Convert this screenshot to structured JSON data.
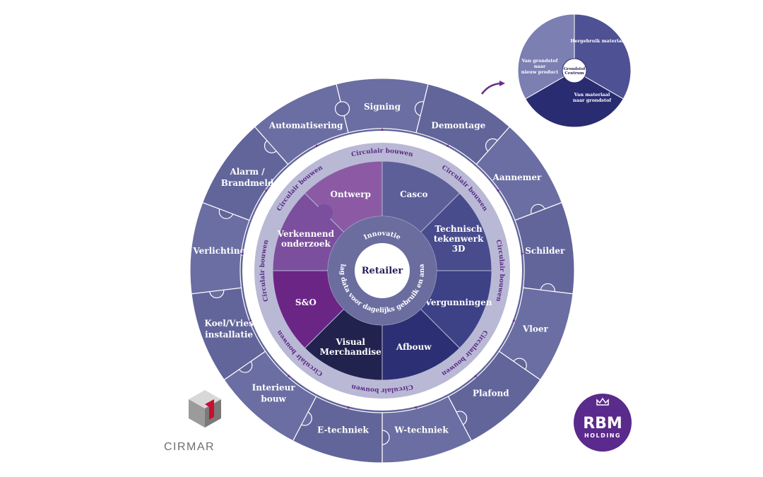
{
  "colors": {
    "outer_ring": "#62659a",
    "outer_ring_alt": "#6b6ea2",
    "circulair_ring": "#b9b9d6",
    "circulair_text": "#5b2a86",
    "arrow": "#6a2b8a",
    "core": "#6b6d9f",
    "center": "#ffffff"
  },
  "center": {
    "label": "Retailer"
  },
  "core_ring": {
    "top_label": "Innovatie",
    "bottom_label": "Opslag data voor dagelijks gebruik en analyse"
  },
  "circular_ring": {
    "label": "Circulair bouwen",
    "repeat": 8
  },
  "inner_segments": [
    {
      "label_lines": [
        "Ontwerp"
      ],
      "color": "#8c5aa5"
    },
    {
      "label_lines": [
        "Casco"
      ],
      "color": "#5c5f98"
    },
    {
      "label_lines": [
        "Technisch",
        "tekenwerk",
        "3D"
      ],
      "color": "#484c8c"
    },
    {
      "label_lines": [
        "Vergunningen"
      ],
      "color": "#3d4185"
    },
    {
      "label_lines": [
        "Afbouw"
      ],
      "color": "#2c2f73"
    },
    {
      "label_lines": [
        "Visual",
        "Merchandise"
      ],
      "color": "#22224f"
    },
    {
      "label_lines": [
        "S&O"
      ],
      "color": "#6b2585"
    },
    {
      "label_lines": [
        "Verkennend",
        "onderzoek"
      ],
      "color": "#7b4e9e"
    }
  ],
  "outer_segments": [
    {
      "label_lines": [
        "Signing"
      ]
    },
    {
      "label_lines": [
        "Demontage"
      ]
    },
    {
      "label_lines": [
        "Aannemer"
      ]
    },
    {
      "label_lines": [
        "Schilder"
      ]
    },
    {
      "label_lines": [
        "Vloer"
      ]
    },
    {
      "label_lines": [
        "Plafond"
      ]
    },
    {
      "label_lines": [
        "W-techniek"
      ]
    },
    {
      "label_lines": [
        "E-techniek"
      ]
    },
    {
      "label_lines": [
        "Interieur",
        "bouw"
      ]
    },
    {
      "label_lines": [
        "Koel/Vries",
        "installatie"
      ]
    },
    {
      "label_lines": [
        "Verlichting"
      ]
    },
    {
      "label_lines": [
        "Alarm /",
        "Brandmeld"
      ]
    },
    {
      "label_lines": [
        "Automatisering"
      ]
    }
  ],
  "side_circle": {
    "center_lines": [
      "Grondstof",
      "Centrum"
    ],
    "segments": [
      {
        "label_lines": [
          "Hergebruik materiaal"
        ],
        "color": "#4e5193"
      },
      {
        "label_lines": [
          "Van materiaal",
          "naar grondstof"
        ],
        "color": "#2a2c72"
      },
      {
        "label_lines": [
          "Van grondstof",
          "naar",
          "nieuw product"
        ],
        "color": "#7b7fb2"
      }
    ]
  },
  "logos": {
    "rbm": {
      "main": "RBM",
      "sub": "HOLDING",
      "color": "#5a2a8c"
    },
    "cirmar": {
      "name": "CIRMAR"
    }
  }
}
